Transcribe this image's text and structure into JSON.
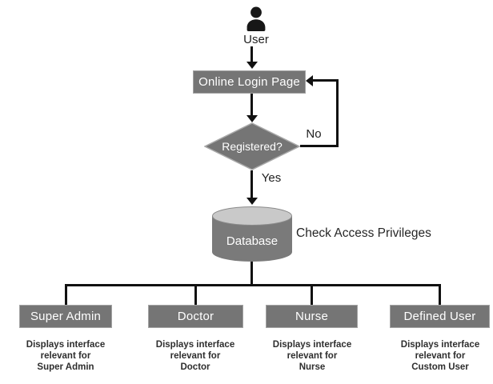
{
  "diagram": {
    "background": "#ffffff",
    "colors": {
      "node_fill": "#757575",
      "node_border": "#a3a3a3",
      "node_text": "#ffffff",
      "cylinder_top": "#c9c9c9",
      "connector": "#111111",
      "caption_text": "#2e2e2e"
    },
    "icons": {
      "user": "user-icon"
    },
    "flow": {
      "user_label": "User",
      "login_box_label": "Online Login Page",
      "decision_label": "Registered?",
      "no_label": "No",
      "yes_label": "Yes",
      "database_label": "Database",
      "check_access_label": "Check Access Privileges"
    },
    "roles": [
      {
        "label": "Super Admin",
        "description": [
          "Displays interface",
          "relevant for",
          "Super Admin"
        ]
      },
      {
        "label": "Doctor",
        "description": [
          "Displays interface",
          "relevant for",
          "Doctor"
        ]
      },
      {
        "label": "Nurse",
        "description": [
          "Displays interface",
          "relevant for",
          "Nurse"
        ]
      },
      {
        "label": "Defined User",
        "description": [
          "Displays interface",
          "relevant for",
          "Custom User"
        ]
      }
    ]
  }
}
